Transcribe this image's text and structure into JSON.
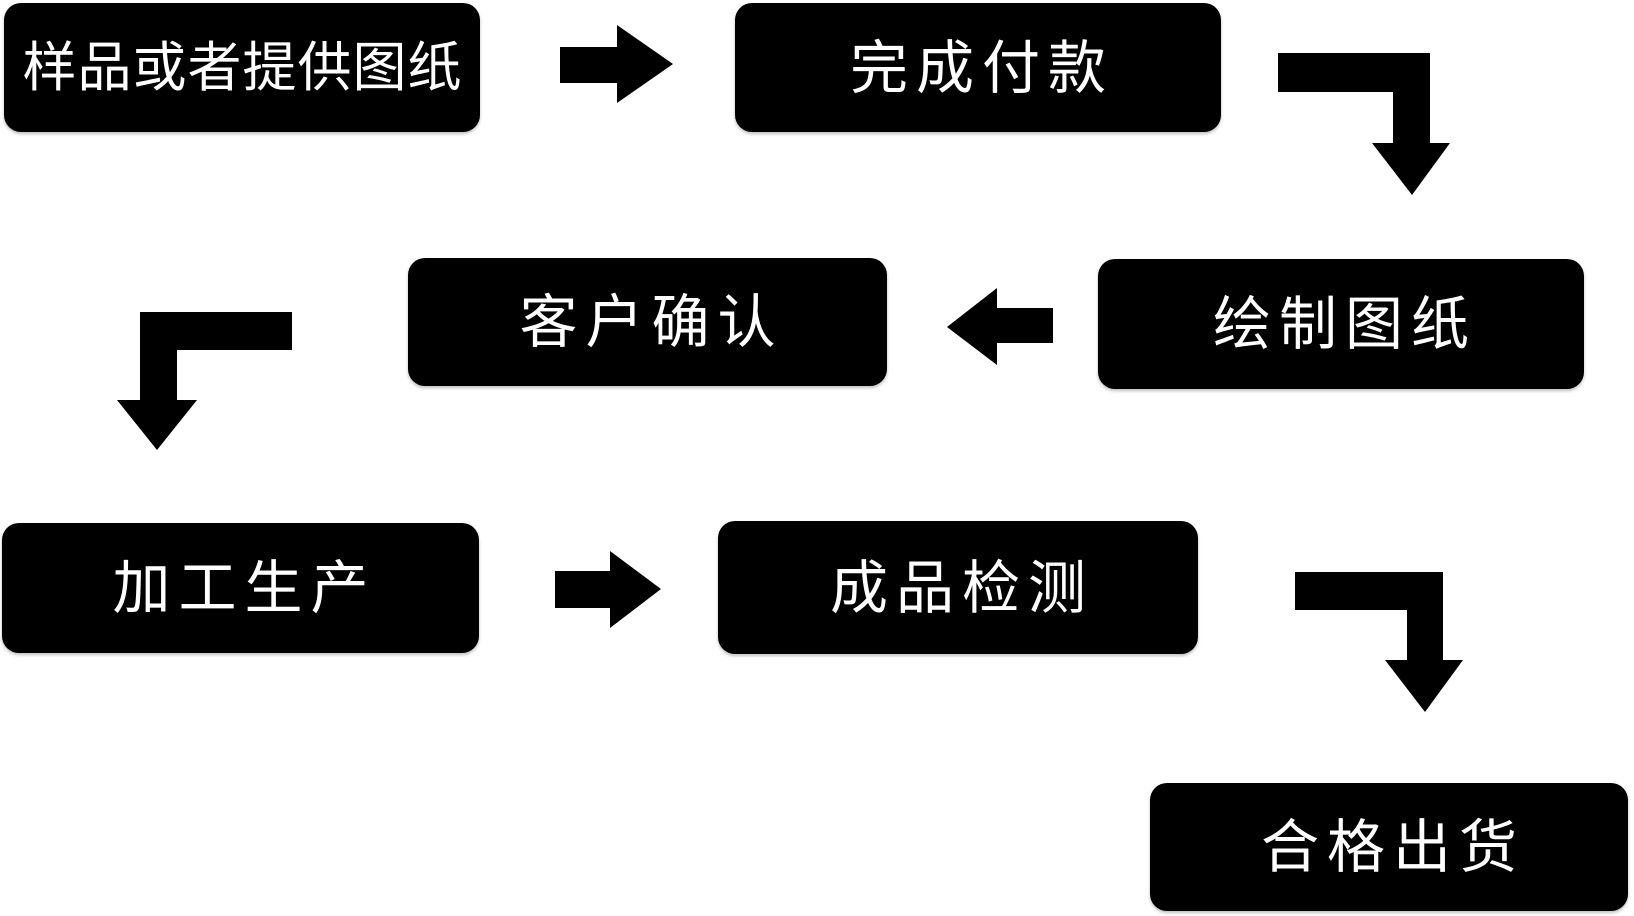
{
  "flowchart": {
    "nodes": [
      {
        "id": "sample",
        "label": "样品或者提供图纸"
      },
      {
        "id": "payment",
        "label": "完成付款"
      },
      {
        "id": "drawing",
        "label": "绘制图纸"
      },
      {
        "id": "confirm",
        "label": "客户确认"
      },
      {
        "id": "production",
        "label": "加工生产"
      },
      {
        "id": "inspection",
        "label": "成品检测"
      },
      {
        "id": "shipment",
        "label": "合格出货"
      }
    ],
    "edges": [
      {
        "from": "样品或者提供图纸",
        "to": "完成付款",
        "arrow": "right-arrow"
      },
      {
        "from": "完成付款",
        "to": "绘制图纸",
        "arrow": "elbow-right-down-arrow"
      },
      {
        "from": "绘制图纸",
        "to": "客户确认",
        "arrow": "left-arrow"
      },
      {
        "from": "客户确认",
        "to": "加工生产",
        "arrow": "elbow-left-down-arrow"
      },
      {
        "from": "加工生产",
        "to": "成品检测",
        "arrow": "right-arrow"
      },
      {
        "from": "成品检测",
        "to": "合格出货",
        "arrow": "elbow-right-down-arrow"
      }
    ]
  },
  "theme": {
    "canvas_bg": "#ffffff",
    "node_bg": "#000000",
    "node_text": "#ffffff",
    "arrow": "#000000"
  }
}
